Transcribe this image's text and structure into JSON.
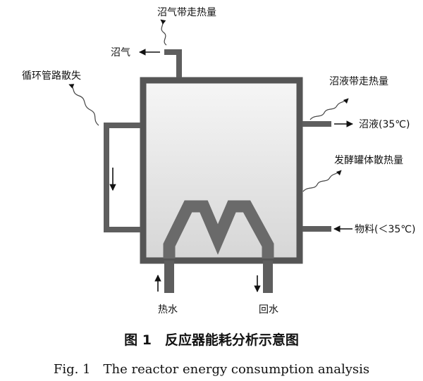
{
  "labels": {
    "biogas_heat": "沼气带走热量",
    "biogas": "沼气",
    "pipe_loss": "循环管路散失",
    "slurry_heat": "沼液带走热量",
    "slurry_out": "沼液(35℃)",
    "tank_loss": "发酵罐体散热量",
    "feed_in": "物料(＜35℃)",
    "hot_water": "热水",
    "return_water": "回水"
  },
  "caption": {
    "cn": "图 1　反应器能耗分析示意图",
    "en": "Fig. 1　The reactor energy consumption analysis"
  },
  "colors": {
    "vessel_wall": "#555555",
    "vessel_fill": "#e9e9e9",
    "pipe": "#5e5e5e",
    "text": "#111111"
  }
}
